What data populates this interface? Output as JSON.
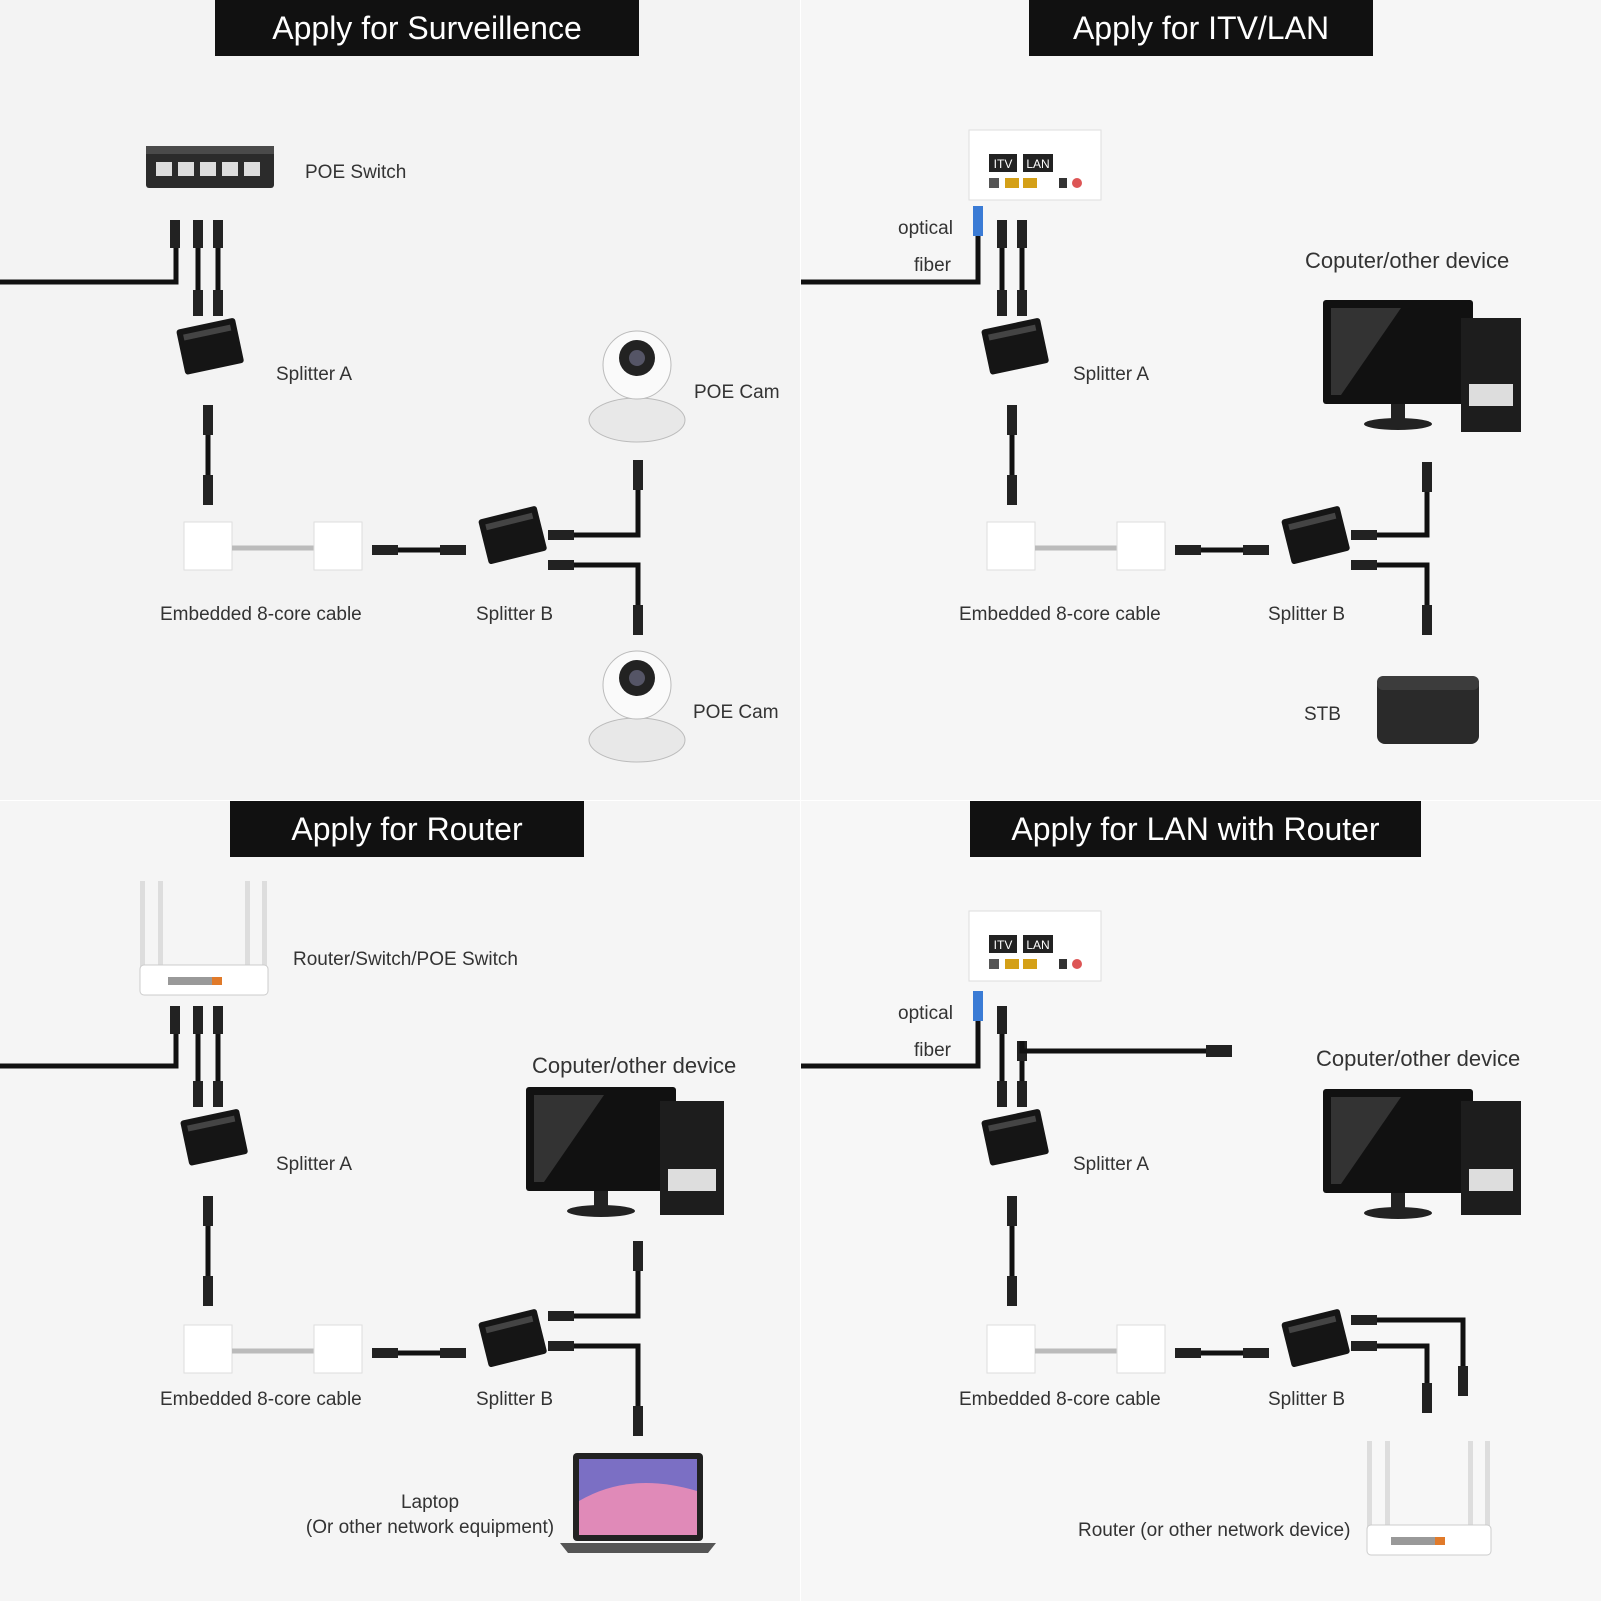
{
  "panels": {
    "surveillance": {
      "title": "Apply for Surveillence",
      "switch_label": "POE Switch",
      "splitter_a": "Splitter A",
      "cam1": "POE Cam",
      "cam2": "POE Cam",
      "cable": "Embedded 8-core cable",
      "splitter_b": "Splitter B"
    },
    "itv_lan": {
      "title": "Apply for ITV/LAN",
      "optical": "optical",
      "fiber": "fiber",
      "computer": "Coputer/other device",
      "splitter_a": "Splitter A",
      "cable": "Embedded 8-core cable",
      "splitter_b": "Splitter B",
      "stb": "STB",
      "port_itv": "ITV",
      "port_lan": "LAN"
    },
    "router": {
      "title": "Apply for Router",
      "router_label": "Router/Switch/POE Switch",
      "computer": "Coputer/other device",
      "splitter_a": "Splitter A",
      "cable": "Embedded 8-core cable",
      "splitter_b": "Splitter B",
      "laptop": "Laptop",
      "laptop_sub": "(Or other network equipment)"
    },
    "lan_router": {
      "title": "Apply for LAN with Router",
      "optical": "optical",
      "fiber": "fiber",
      "computer": "Coputer/other device",
      "splitter_a": "Splitter A",
      "cable": "Embedded 8-core cable",
      "splitter_b": "Splitter B",
      "router": "Router (or other network device)",
      "port_itv": "ITV",
      "port_lan": "LAN"
    }
  }
}
